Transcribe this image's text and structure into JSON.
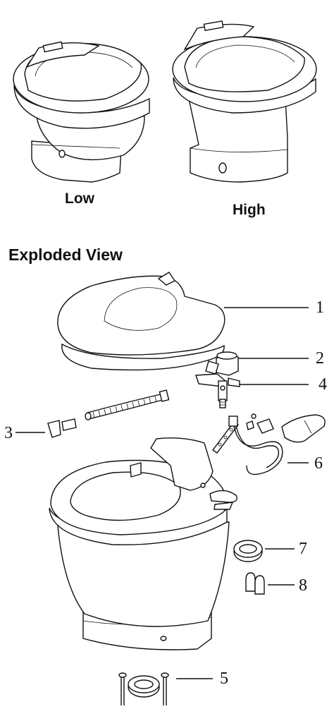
{
  "labels": {
    "low": "Low",
    "high": "High",
    "section_title": "Exploded View"
  },
  "parts": [
    {
      "number": "1",
      "icon": "seat-lid-icon"
    },
    {
      "number": "2",
      "icon": "water-valve-icon"
    },
    {
      "number": "4",
      "icon": "vacuum-breaker-icon"
    },
    {
      "number": "3",
      "icon": "flush-hose-kit-icon"
    },
    {
      "number": "6",
      "icon": "hand-sprayer-icon"
    },
    {
      "number": "7",
      "icon": "floor-seal-icon"
    },
    {
      "number": "8",
      "icon": "bolt-cap-icon"
    },
    {
      "number": "5",
      "icon": "mounting-hardware-icon"
    }
  ]
}
